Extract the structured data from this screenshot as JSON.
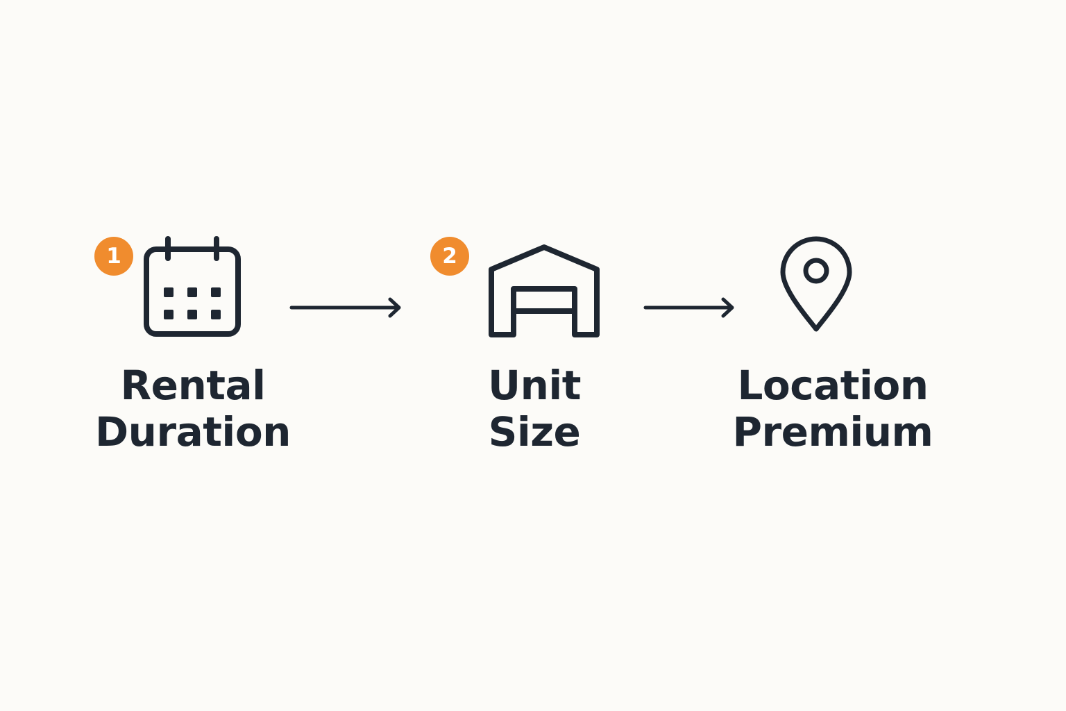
{
  "colors": {
    "background": "#fcfbf8",
    "ink": "#1e2631",
    "badge": "#f08c2e"
  },
  "steps": [
    {
      "badge": "1",
      "icon": "calendar-icon",
      "label_lines": [
        "Rental",
        "Duration"
      ]
    },
    {
      "badge": "2",
      "icon": "garage-icon",
      "label_lines": [
        "Unit",
        "Size"
      ]
    },
    {
      "badge": "",
      "icon": "location-pin-icon",
      "label_lines": [
        "Location",
        "Premium"
      ]
    }
  ],
  "connectors": [
    "arrow-right-icon",
    "arrow-right-icon"
  ]
}
